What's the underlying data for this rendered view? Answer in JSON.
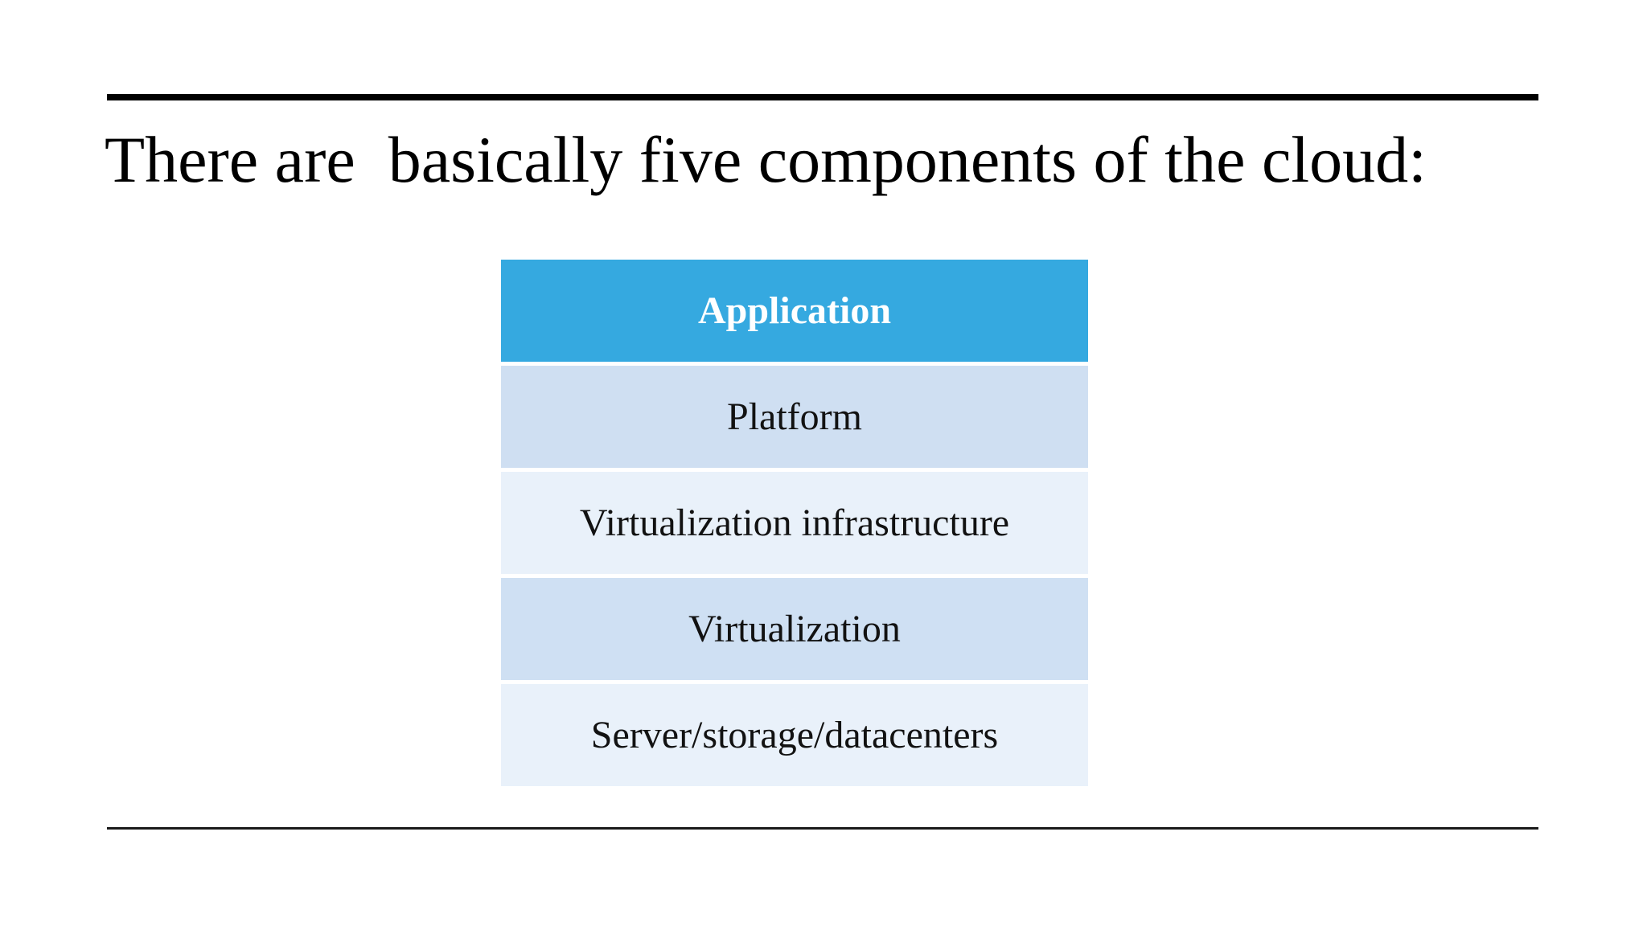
{
  "slide": {
    "title": "There are  basically five components of the cloud:",
    "background_color": "#ffffff",
    "title_color": "#000000",
    "divider_color": "#000000"
  },
  "stack": {
    "layers": [
      {
        "label": "Application",
        "bg": "#35a9e0",
        "text_color": "#ffffff",
        "emphasis": "bold"
      },
      {
        "label": "Platform",
        "bg": "#cfdff2",
        "text_color": "#121212",
        "emphasis": "regular"
      },
      {
        "label": "Virtualization infrastructure",
        "bg": "#e9f1fa",
        "text_color": "#121212",
        "emphasis": "regular"
      },
      {
        "label": "Virtualization",
        "bg": "#cfe0f3",
        "text_color": "#121212",
        "emphasis": "regular"
      },
      {
        "label": "Server/storage/datacenters",
        "bg": "#e9f1fa",
        "text_color": "#121212",
        "emphasis": "regular"
      }
    ]
  }
}
